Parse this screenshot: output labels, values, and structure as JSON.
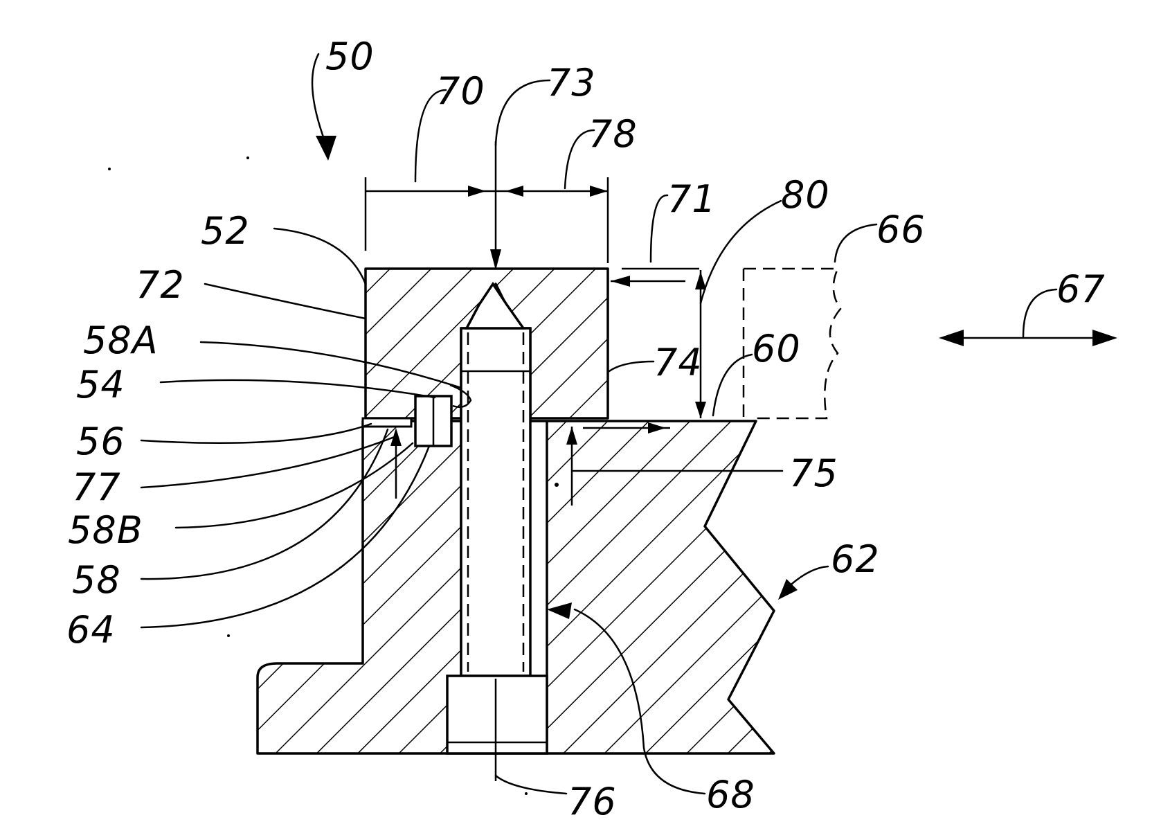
{
  "figure": {
    "labels": {
      "l50": "50",
      "l70": "70",
      "l73": "73",
      "l78": "78",
      "l71": "71",
      "l80": "80",
      "l66": "66",
      "l67": "67",
      "l52": "52",
      "l72": "72",
      "l58A": "58A",
      "l54": "54",
      "l56": "56",
      "l77": "77",
      "l58B": "58B",
      "l58": "58",
      "l64": "64",
      "l74": "74",
      "l60": "60",
      "l75": "75",
      "l62": "62",
      "l76": "76",
      "l68": "68"
    }
  }
}
